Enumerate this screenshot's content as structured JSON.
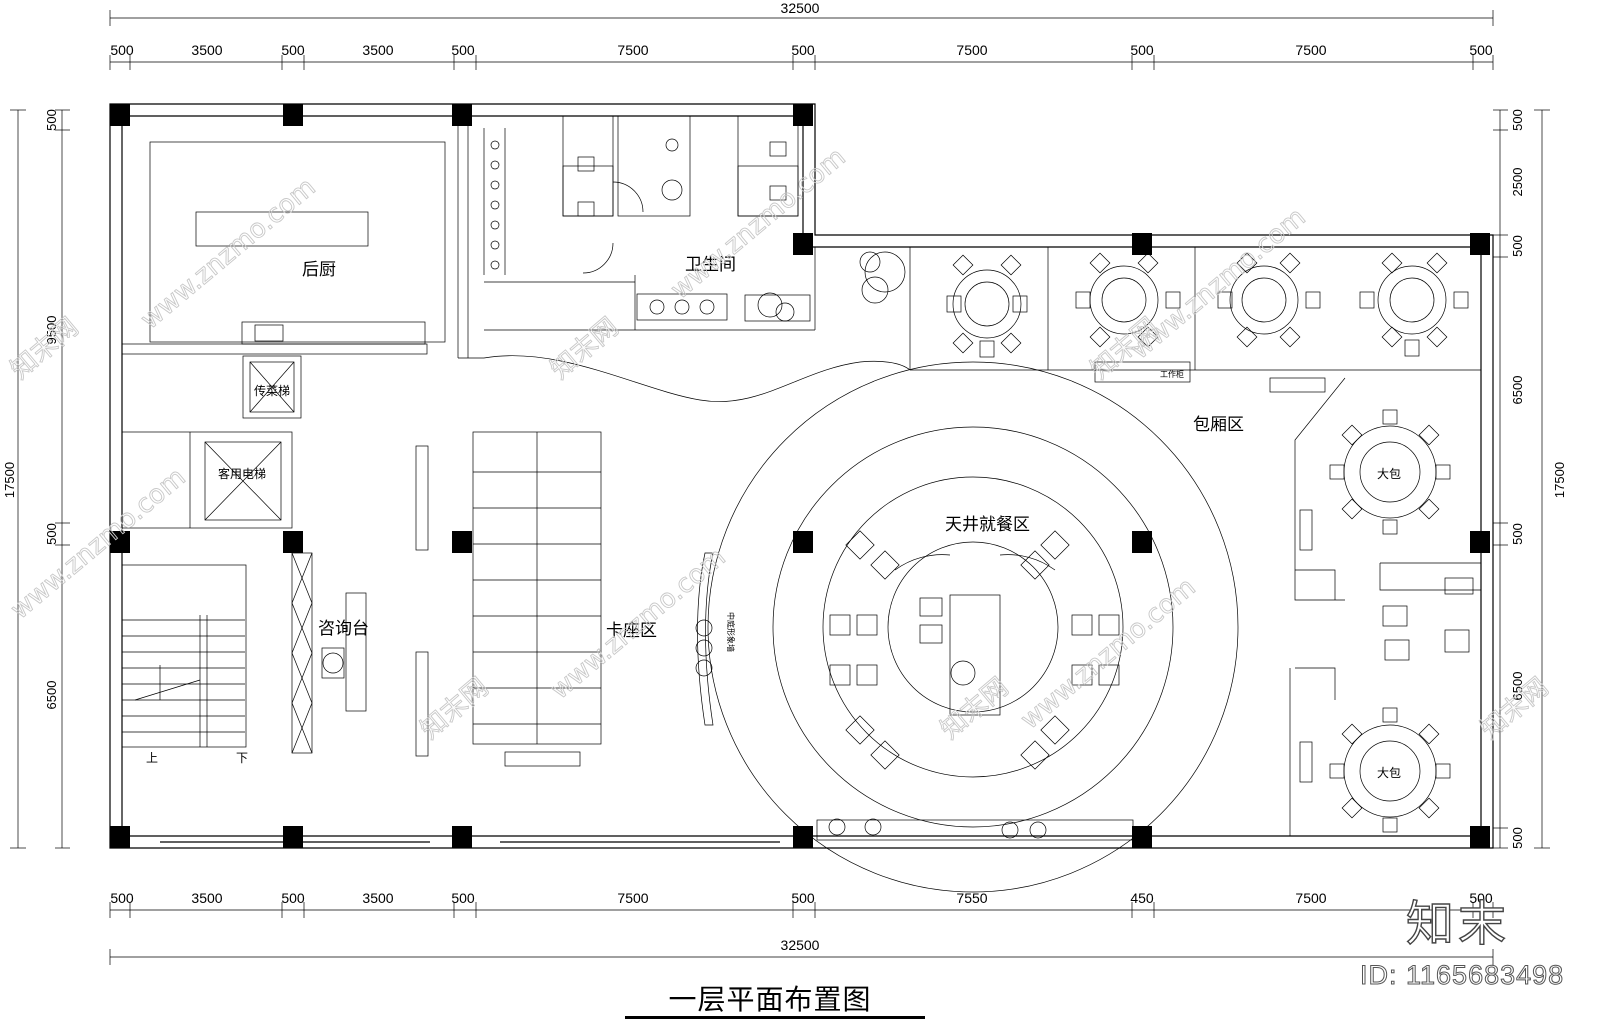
{
  "drawing": {
    "title": "一层平面布置图",
    "top_total": "32500",
    "top_segments": [
      "500",
      "3500",
      "500",
      "3500",
      "500",
      "7500",
      "500",
      "7500",
      "500",
      "7500",
      "500"
    ],
    "bottom_segments": [
      "500",
      "3500",
      "500",
      "3500",
      "500",
      "7500",
      "500",
      "7550",
      "450",
      "7500",
      "500"
    ],
    "bottom_total": "32500",
    "left_total": "17500",
    "left_segments": [
      "500",
      "9500",
      "500",
      "6500"
    ],
    "right_total": "17500",
    "right_segments": [
      "500",
      "2500",
      "500",
      "6500",
      "500",
      "6500",
      "500"
    ]
  },
  "rooms": {
    "kitchen": "后厨",
    "restroom": "卫生间",
    "private_rooms": "包厢区",
    "large_room": "大包",
    "atrium_dining": "天井就餐区",
    "booth_area": "卡座区",
    "reception": "咨询台",
    "dumbwaiter": "传菜梯",
    "guest_elevator": "客用电梯",
    "stair_up": "上",
    "stair_down": "下",
    "work_cabinet": "工作柜",
    "feature_wall": "中庭形象墙"
  },
  "watermark": {
    "site": "www.znzmo.com",
    "brand": "知末网",
    "logo": "知末",
    "id": "ID: 1165683498"
  }
}
